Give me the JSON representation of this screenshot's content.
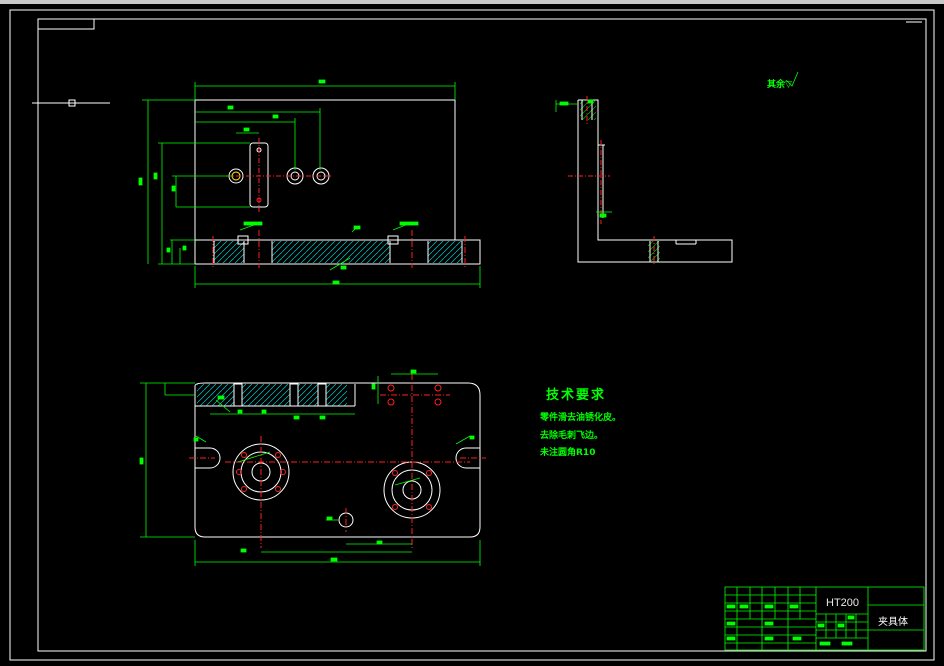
{
  "title_block": {
    "material": "HT200",
    "part_name": "夹具体"
  },
  "technical_requirements": {
    "title": "技术要求",
    "items": [
      "零件滑去油锈化皮。",
      "去除毛刺飞边。",
      "未注圆角R10"
    ]
  },
  "surface_note": "其余▽"
}
